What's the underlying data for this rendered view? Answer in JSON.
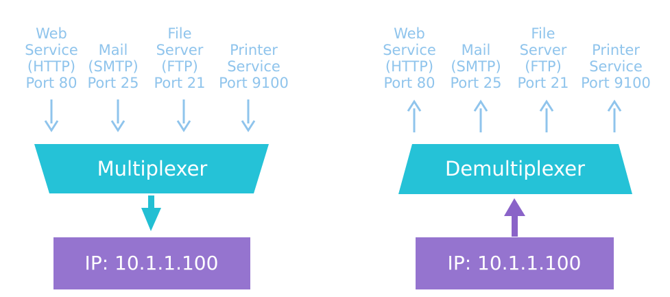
{
  "diagram": {
    "colors": {
      "service_text": "#8fc4ec",
      "service_arrow": "#8fc4ec",
      "mux_fill": "#25c2d7",
      "ip_fill": "#9574cf",
      "down_arrow": "#22bfd3",
      "up_arrow": "#8a63c8"
    },
    "left": {
      "services": [
        {
          "line1": "Web",
          "line2": "Service",
          "line3": "(HTTP)",
          "line4": "Port 80"
        },
        {
          "line1": "Mail",
          "line2": "(SMTP)",
          "line3": "Port 25"
        },
        {
          "line1": "File",
          "line2": "Server",
          "line3": "(FTP)",
          "line4": "Port 21"
        },
        {
          "line1": "Printer",
          "line2": "Service",
          "line3": "Port 9100"
        }
      ],
      "processor_label": "Multiplexer",
      "ip_label": "IP: 10.1.1.100"
    },
    "right": {
      "services": [
        {
          "line1": "Web",
          "line2": "Service",
          "line3": "(HTTP)",
          "line4": "Port 80"
        },
        {
          "line1": "Mail",
          "line2": "(SMTP)",
          "line3": "Port 25"
        },
        {
          "line1": "File",
          "line2": "Server",
          "line3": "(FTP)",
          "line4": "Port 21"
        },
        {
          "line1": "Printer",
          "line2": "Service",
          "line3": "Port 9100"
        }
      ],
      "processor_label": "Demultiplexer",
      "ip_label": "IP: 10.1.1.100"
    }
  }
}
